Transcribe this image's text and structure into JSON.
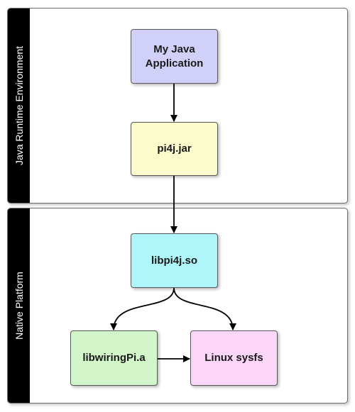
{
  "lanes": {
    "jre": "Java Runtime Environment",
    "native": "Native Platform"
  },
  "nodes": {
    "app": "My Java\nApplication",
    "jar": "pi4j.jar",
    "so": "libpi4j.so",
    "wiring": "libwiringPi.a",
    "sysfs": "Linux sysfs"
  },
  "colors": {
    "app": "#d0d0f8",
    "jar": "#fbfbcc",
    "so": "#aef6f9",
    "wiring": "#d2f5c9",
    "sysfs": "#fbd6f8"
  }
}
